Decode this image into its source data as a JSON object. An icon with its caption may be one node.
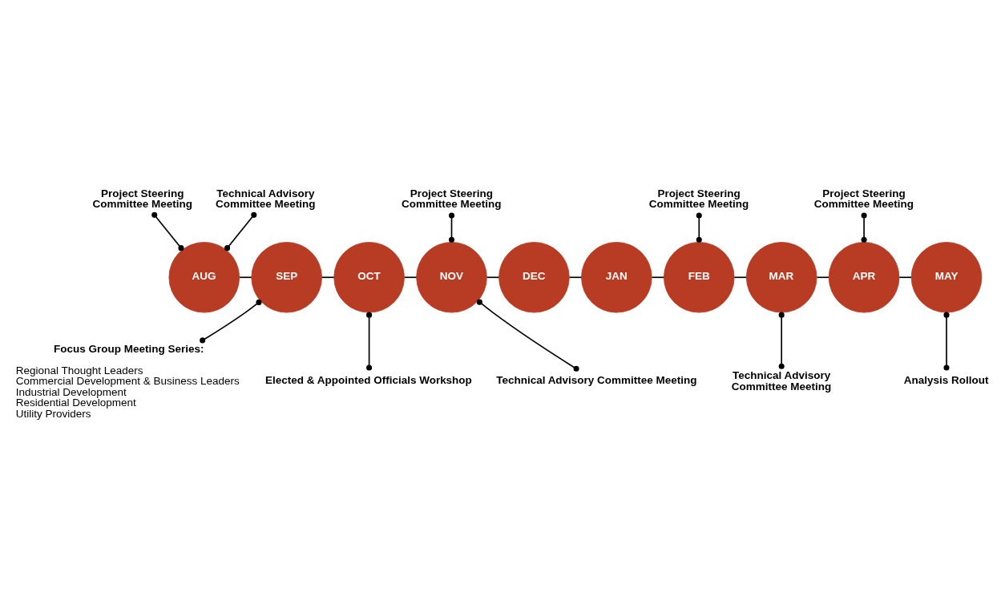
{
  "diagram": {
    "nodes": [
      {
        "text": [
          "AUG"
        ]
      },
      {
        "text": [
          "SEP"
        ]
      },
      {
        "text": [
          "OCT"
        ]
      },
      {
        "text": [
          "NOV"
        ]
      },
      {
        "text": [
          "DEC"
        ]
      },
      {
        "text": [
          "JAN"
        ]
      },
      {
        "text": [
          "FEB"
        ]
      },
      {
        "text": [
          "MAR"
        ]
      },
      {
        "text": [
          "APR"
        ]
      },
      {
        "text": [
          "MAY"
        ]
      },
      {
        "text": [
          "Project Steering Committee Meeting"
        ]
      },
      {
        "text": [
          "Technical Advisory Committee Meeting"
        ]
      },
      {
        "text": [
          "Project Steering Committee Meeting"
        ]
      },
      {
        "text": [
          "Project Steering Committee Meeting"
        ]
      },
      {
        "text": [
          "Project Steering Committee Meeting"
        ]
      },
      {
        "text": [
          "Focus Group Meeting Series:",
          "Regional Thought Leaders",
          "Commercial Development & Business Leaders",
          "Industrial Development",
          "Residential Development",
          "Utility Providers"
        ]
      },
      {
        "text": [
          "Elected & Appointed Officials Workshop"
        ]
      },
      {
        "text": [
          "Technical Advisory Committee Meeting"
        ]
      },
      {
        "text": [
          "Technical Advisory Committee Meeting"
        ]
      },
      {
        "text": [
          "Analysis Rollout"
        ]
      }
    ],
    "edges": [
      {
        "from": 0,
        "to": 1,
        "arrow": "none"
      },
      {
        "from": 1,
        "to": 2,
        "arrow": "none"
      },
      {
        "from": 2,
        "to": 3,
        "arrow": "none"
      },
      {
        "from": 3,
        "to": 4,
        "arrow": "none"
      },
      {
        "from": 4,
        "to": 5,
        "arrow": "none"
      },
      {
        "from": 5,
        "to": 6,
        "arrow": "none"
      },
      {
        "from": 6,
        "to": 7,
        "arrow": "none"
      },
      {
        "from": 7,
        "to": 8,
        "arrow": "none"
      },
      {
        "from": 8,
        "to": 9,
        "arrow": "none"
      },
      {
        "from": 10,
        "to": 0,
        "arrow": "other"
      },
      {
        "from": 11,
        "to": 0,
        "arrow": "other"
      },
      {
        "from": 12,
        "to": 3,
        "arrow": "other"
      },
      {
        "from": 13,
        "to": 6,
        "arrow": "other"
      },
      {
        "from": 14,
        "to": 8,
        "arrow": "other"
      },
      {
        "from": 1,
        "to": 15,
        "arrow": "other"
      },
      {
        "from": 2,
        "to": 16,
        "arrow": "other"
      },
      {
        "from": 3,
        "to": 17,
        "arrow": "other"
      },
      {
        "from": 7,
        "to": 18,
        "arrow": "other"
      },
      {
        "from": 9,
        "to": 19,
        "arrow": "other"
      }
    ]
  }
}
